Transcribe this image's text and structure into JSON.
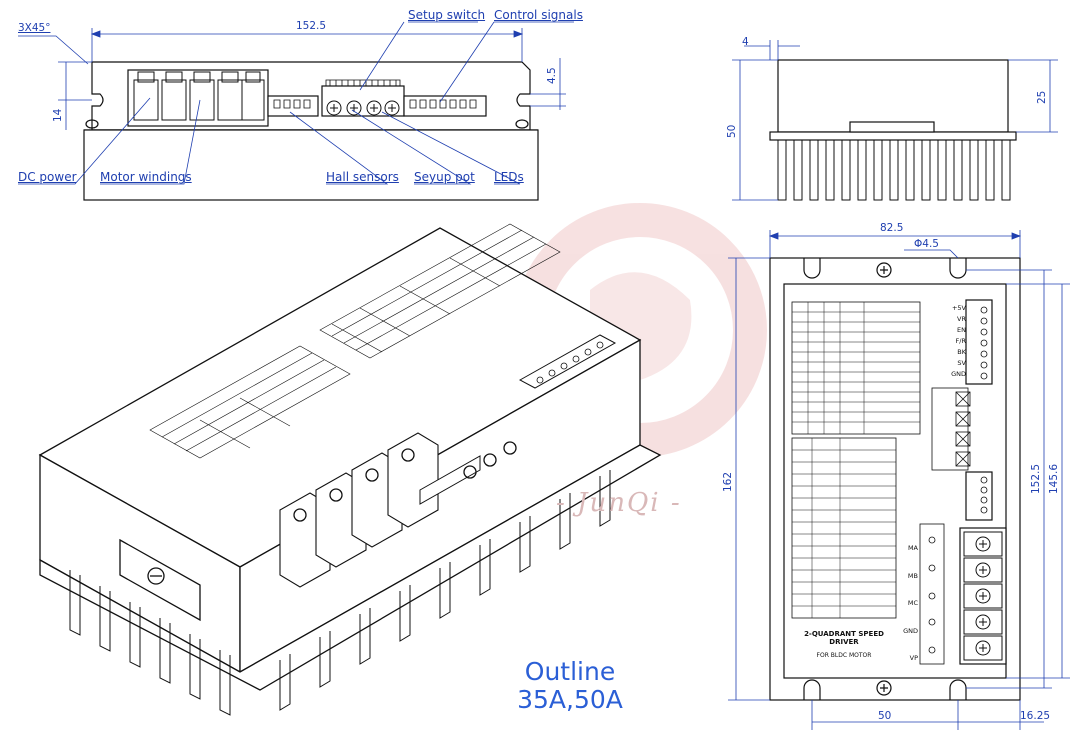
{
  "title": {
    "line1": "Outline",
    "line2": "35A,50A"
  },
  "watermark": "- JunQi -",
  "top_view": {
    "dims": {
      "width": "152.5",
      "chamfer": "3X45°",
      "left_height": "14",
      "right_height": "4.5"
    },
    "callouts": {
      "setup_switch": "Setup switch",
      "control_signals": "Control signals",
      "dc_power": "DC power",
      "motor_windings": "Motor windings",
      "hall_sensors": "Hall sensors",
      "setup_pot": "Seyup pot",
      "leds": "LEDs"
    }
  },
  "side_view": {
    "dims": {
      "top": "4",
      "left": "50",
      "right": "25"
    }
  },
  "front_view": {
    "dims": {
      "width": "82.5",
      "hole": "Φ4.5",
      "height": "162",
      "hole_span": "152.5",
      "inner_height": "145.6",
      "bottom_span": "50",
      "bottom_offset": "16.25"
    },
    "control_pins": [
      "+5V",
      "VR",
      "EN",
      "F/R",
      "BK",
      "SV",
      "GND"
    ],
    "power_pins": [
      "MA",
      "MB",
      "MC",
      "GND",
      "VP"
    ],
    "panel_title": "2-QUADRANT SPEED DRIVER",
    "panel_subtitle": "FOR BLDC MOTOR"
  }
}
